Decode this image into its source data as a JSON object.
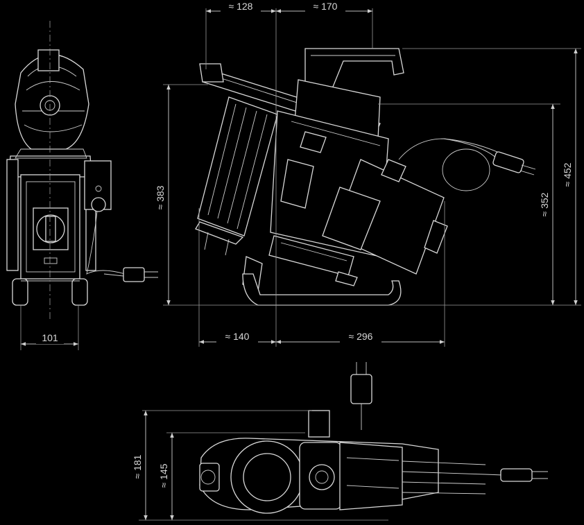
{
  "drawing": {
    "background": "#000000",
    "line_color": "#d9d9d9"
  },
  "dimensions": {
    "top_left_width": "≈ 128",
    "top_right_width": "≈ 170",
    "front_width": "101",
    "bottom_left_width": "≈ 140",
    "bottom_right_width": "≈ 296",
    "left_height": "≈ 383",
    "right_height_inner": "≈ 352",
    "right_height_outer": "≈ 452",
    "plan_depth_outer": "≈ 181",
    "plan_depth_inner": "≈ 145"
  }
}
